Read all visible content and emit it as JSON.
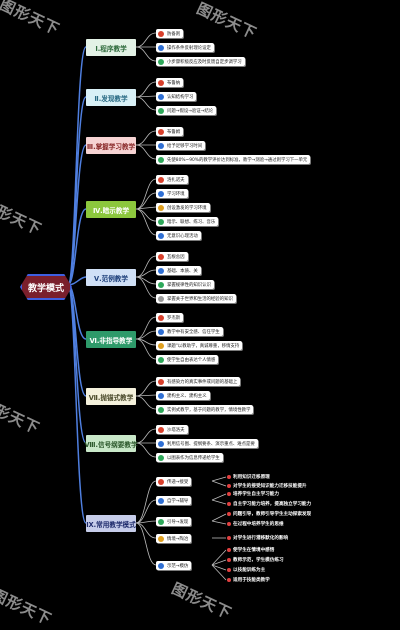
{
  "root": {
    "label": "教学模式"
  },
  "watermark": "图形天下",
  "topics": [
    {
      "label": "Ⅰ.程序教学",
      "bg": "#e3f2e6",
      "color": "#2e6a3c",
      "leaves": [
        {
          "text": "防备则",
          "icon": "#d8402c"
        },
        {
          "text": "操作条件反射理论设定",
          "icon": "#2f6fd4"
        },
        {
          "text": "小步骤积极反应及时反馈自定步调学习",
          "icon": "#2ea85a"
        }
      ]
    },
    {
      "label": "Ⅱ.发现教学",
      "bg": "#d8f0f6",
      "color": "#2a6b84",
      "leaves": [
        {
          "text": "布鲁纳",
          "icon": "#d8402c"
        },
        {
          "text": "认知结构学习",
          "icon": "#2f6fd4"
        },
        {
          "text": "问题→假设→验证→结论",
          "icon": "#2ea85a"
        }
      ]
    },
    {
      "label": "Ⅲ.掌握学习教学",
      "bg": "#f6d3d3",
      "color": "#8a2a2a",
      "leaves": [
        {
          "text": "布鲁姆",
          "icon": "#d8402c"
        },
        {
          "text": "给予足够学习时间",
          "icon": "#2f6fd4"
        },
        {
          "text": "先使80%~90%的教学评价达到标准，教学→测验→通过则学习下一单元",
          "icon": "#2ea85a"
        }
      ]
    },
    {
      "label": "Ⅳ.暗示教学",
      "bg": "#8cc73d",
      "color": "#ffffff",
      "leaves": [
        {
          "text": "洛扎诺夫",
          "icon": "#d8402c"
        },
        {
          "text": "学习环境",
          "icon": "#2f6fd4"
        },
        {
          "text": "创设激发的学习环境",
          "icon": "#e0a020"
        },
        {
          "text": "暗示、联想、练习、音乐",
          "icon": "#2ea85a"
        },
        {
          "text": "无意识心理活动",
          "icon": "#2f6fd4"
        }
      ]
    },
    {
      "label": "Ⅴ.范例教学",
      "bg": "#d0e0f6",
      "color": "#1d3f7a",
      "leaves": [
        {
          "text": "瓦根舍因",
          "icon": "#d8402c"
        },
        {
          "text": "基础、本质、关",
          "icon": "#2f6fd4"
        },
        {
          "text": "掌握规律性的知识认识",
          "icon": "#2ea85a"
        },
        {
          "text": "掌握关于世界和生活的经验的知识",
          "icon": "#999999"
        }
      ]
    },
    {
      "label": "Ⅵ.非指导教学",
      "bg": "#2e9a6a",
      "color": "#ffffff",
      "leaves": [
        {
          "text": "罗杰斯",
          "icon": "#d8402c"
        },
        {
          "text": "教学中有安全感、信任学生",
          "icon": "#2f6fd4"
        },
        {
          "text": "课题\"以教助学，真诚尊重，移情支持",
          "icon": "#e0a020"
        },
        {
          "text": "使学生自由表达个人情感",
          "icon": "#2ea85a"
        }
      ]
    },
    {
      "label": "Ⅶ.抛锚式教学",
      "bg": "#f4f1dc",
      "color": "#4a4a2a",
      "leaves": [
        {
          "text": "有感染力的真实事件或问题的基础上",
          "icon": "#d8402c"
        },
        {
          "text": "建构主义、建构主义",
          "icon": "#2f6fd4"
        },
        {
          "text": "实例式教学，基于问题的教学，情境性教学",
          "icon": "#2ea85a"
        }
      ]
    },
    {
      "label": "Ⅷ.信号纲要教学",
      "bg": "#c9e8c9",
      "color": "#2e5a2e",
      "leaves": [
        {
          "text": "沙塔洛夫",
          "icon": "#d8402c"
        },
        {
          "text": "利用信号图、提纲要条、演示重点、难点是要",
          "icon": "#2f6fd4"
        },
        {
          "text": "以图表作为信息传递给学生",
          "icon": "#2ea85a"
        }
      ]
    },
    {
      "label": "Ⅸ.常用教学模式",
      "bg": "#c6cdea",
      "color": "#1d2a6b",
      "leaves": [
        {
          "text": "传递→接受",
          "icon": "#d8402c"
        },
        {
          "text": "自学→辅导",
          "icon": "#2f6fd4"
        },
        {
          "text": "引导→发现",
          "icon": "#2ea85a"
        },
        {
          "text": "情境→陶冶",
          "icon": "#e0a020"
        },
        {
          "text": "示范→模仿",
          "icon": "#2f6fd4"
        }
      ],
      "notes": [
        {
          "text": "利用知识迁移原理",
          "icon": "#e04040"
        },
        {
          "text": "对学生的接受知识能力迁移技能提升",
          "icon": "#e04040"
        },
        {
          "text": "培养学生自主学习能力",
          "icon": "#e04040"
        },
        {
          "text": "自主学习能力培养，提高独立学习能力",
          "icon": "#e04040"
        },
        {
          "text": "问题引导，教师引导学生主动探索发现",
          "icon": "#e04040"
        },
        {
          "text": "在过程中培养学生的思维",
          "icon": "#e04040"
        },
        {
          "text": "对学生进行潜移默化的影响",
          "icon": "#e04040"
        },
        {
          "text": "使学生在情境中感悟",
          "icon": "#e04040"
        },
        {
          "text": "教师示范，学生模仿练习",
          "icon": "#e04040"
        },
        {
          "text": "以技能训练为主",
          "icon": "#e04040"
        },
        {
          "text": "适用于技能类教学",
          "icon": "#e04040"
        }
      ]
    }
  ]
}
